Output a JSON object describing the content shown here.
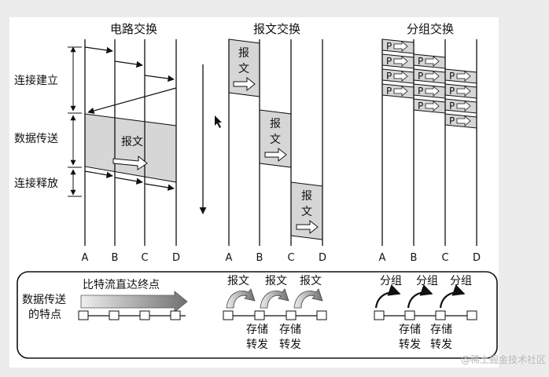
{
  "titles": {
    "circuit": "电路交换",
    "message": "报文交换",
    "packet": "分组交换"
  },
  "phases": {
    "setup": "连接建立",
    "transfer": "数据传送",
    "release": "连接释放"
  },
  "nodes": [
    "A",
    "B",
    "C",
    "D"
  ],
  "message_label": [
    "报",
    "文"
  ],
  "message_label_inline": "报文",
  "packet_label": "P",
  "legend": {
    "data_transfer_line1": "数据传送",
    "data_transfer_line2": "的特点",
    "bitstream": "比特流直达终点",
    "message_hop": "报文",
    "packet_hop": "分组",
    "store_line1": "存储",
    "store_line2": "转发"
  },
  "watermark": "@稀土掘金技术社区",
  "colors": {
    "background": "#ececec",
    "panel": "#ffffff",
    "shade": "#d6d6d6",
    "ink": "#111111"
  }
}
